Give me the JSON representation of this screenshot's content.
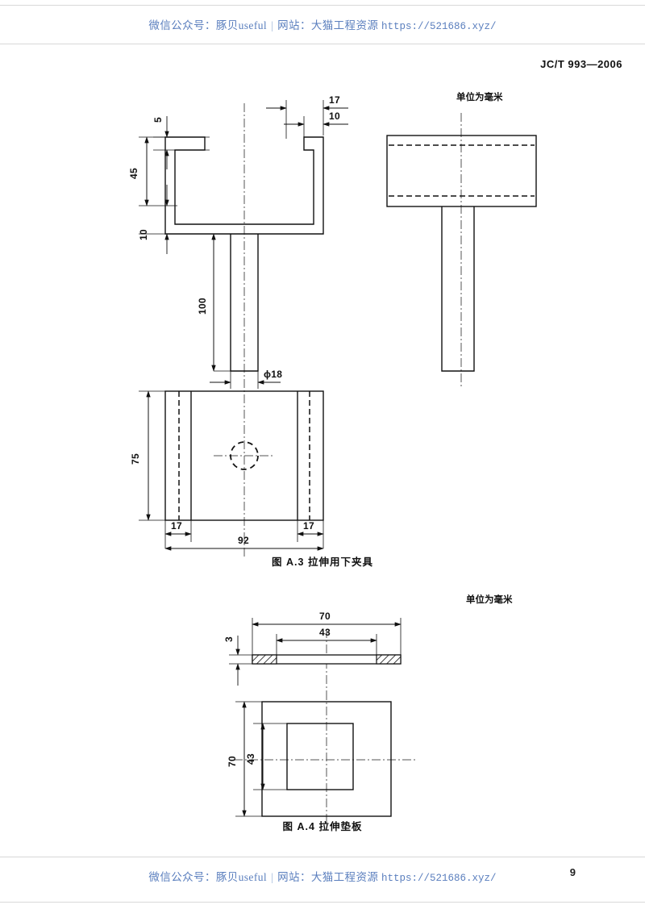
{
  "header": {
    "watermark_prefix": "微信公众号：",
    "watermark_account": "豚贝useful",
    "watermark_mid": "网站：",
    "watermark_site": "大猫工程资源",
    "watermark_url": "https://521686.xyz/",
    "standard_number": "JC/T 993—2006"
  },
  "footer": {
    "watermark_prefix": "微信公众号：",
    "watermark_account": "豚贝useful",
    "watermark_mid": "网站：",
    "watermark_site": "大猫工程资源",
    "watermark_url": "https://521686.xyz/",
    "page_number": "9"
  },
  "figures": [
    {
      "id": "A.3",
      "unit_note": "单位为毫米",
      "caption": "图  A.3   拉伸用下夹具",
      "caption_label": "图",
      "caption_number": "A.3",
      "caption_title": "拉伸用下夹具",
      "dimensions": {
        "lip_thickness": "5",
        "channel_height": "45",
        "base_thickness": "10",
        "flange_width": "17",
        "lip_gap": "10",
        "stem_length": "100",
        "stem_diameter": "ϕ18",
        "plate_height": "75",
        "plate_width": "92",
        "side_margin_left": "17",
        "side_margin_right": "17"
      }
    },
    {
      "id": "A.4",
      "unit_note": "单位为毫米",
      "caption": "图  A.4   拉伸垫板",
      "caption_label": "图",
      "caption_number": "A.4",
      "caption_title": "拉伸垫板",
      "dimensions": {
        "outer_width_section": "70",
        "inner_width_section": "43",
        "plate_thickness": "3",
        "outer_size_plan": "70",
        "inner_size_plan": "43"
      }
    }
  ],
  "colors": {
    "watermark": "#5b7fbe",
    "line": "#111111",
    "centerline": "#555555",
    "paper": "#ffffff"
  }
}
